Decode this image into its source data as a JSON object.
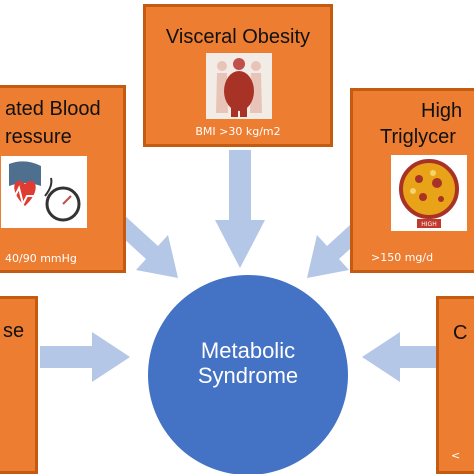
{
  "diagram": {
    "center_label_line1": "Metabolic",
    "center_label_line2": "Syndrome",
    "boxes": {
      "top": {
        "title": "Visceral Obesity",
        "sub": "BMI >30 kg/m2"
      },
      "left": {
        "title_line1": "ated Blood",
        "title_line2": "ressure",
        "sub": "40/90 mmHg"
      },
      "right": {
        "title_line1": "High",
        "title_line2": "Triglycer",
        "sub": ">150 mg/d",
        "image_label": "HIGH"
      },
      "bottom_left": {
        "title": "se"
      },
      "bottom_right": {
        "title": "C",
        "sub": "<"
      }
    },
    "colors": {
      "box_fill": "#ED7D31",
      "box_border": "#C55A11",
      "arrow": "#B4C7E7",
      "circle": "#4472C4"
    }
  }
}
